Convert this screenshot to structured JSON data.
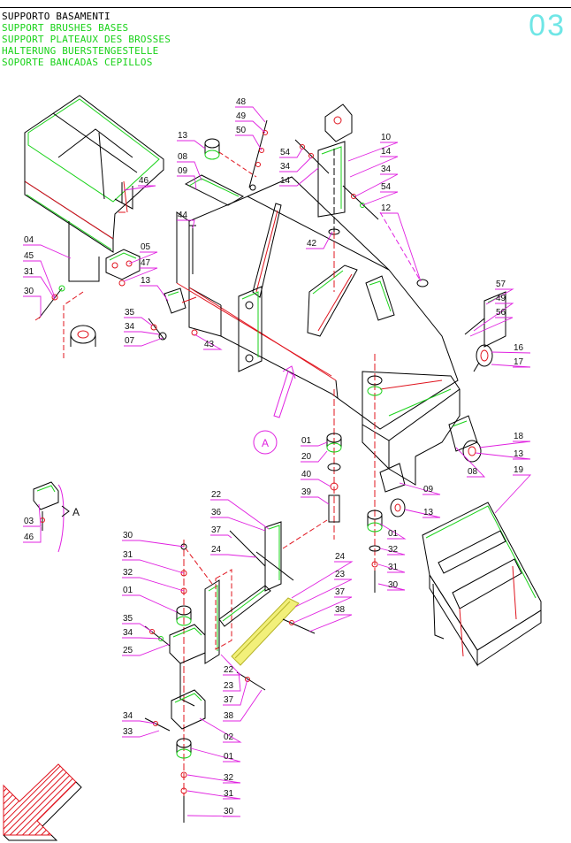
{
  "header": {
    "title_lines": [
      "SUPPORTO BASAMENTI",
      "SUPPORT BRUSHES BASES",
      "SUPPORT PLATEAUX DES BROSSES",
      "HALTERUNG BUERSTENGESTELLE",
      "SOPORTE BANCADAS CEPILLOS"
    ],
    "page_number": "03"
  },
  "detail_label": "A",
  "colors": {
    "line": "#000000",
    "green": "#19d219",
    "red": "#e0141e",
    "magenta": "#e020e0",
    "highlight": "#f2f07a",
    "cyan": "#6fe6e6"
  },
  "callouts": [
    {
      "id": "c48",
      "text": "48"
    },
    {
      "id": "c49a",
      "text": "49"
    },
    {
      "id": "c50",
      "text": "50"
    },
    {
      "id": "c13a",
      "text": "13"
    },
    {
      "id": "c08a",
      "text": "08"
    },
    {
      "id": "c09a",
      "text": "09"
    },
    {
      "id": "c44",
      "text": "44"
    },
    {
      "id": "c46a",
      "text": "46"
    },
    {
      "id": "c04",
      "text": "04"
    },
    {
      "id": "c45",
      "text": "45"
    },
    {
      "id": "c31a",
      "text": "31"
    },
    {
      "id": "c30a",
      "text": "30"
    },
    {
      "id": "c05",
      "text": "05"
    },
    {
      "id": "c47",
      "text": "47"
    },
    {
      "id": "c13b",
      "text": "13"
    },
    {
      "id": "c35a",
      "text": "35"
    },
    {
      "id": "c34a",
      "text": "34"
    },
    {
      "id": "c07",
      "text": "07"
    },
    {
      "id": "c43",
      "text": "43"
    },
    {
      "id": "c54a",
      "text": "54"
    },
    {
      "id": "c34b",
      "text": "34"
    },
    {
      "id": "c14a",
      "text": "14"
    },
    {
      "id": "c10",
      "text": "10"
    },
    {
      "id": "c14b",
      "text": "14"
    },
    {
      "id": "c34c",
      "text": "34"
    },
    {
      "id": "c54b",
      "text": "54"
    },
    {
      "id": "c12",
      "text": "12"
    },
    {
      "id": "c42",
      "text": "42"
    },
    {
      "id": "c57",
      "text": "57"
    },
    {
      "id": "c49b",
      "text": "49"
    },
    {
      "id": "c56",
      "text": "56"
    },
    {
      "id": "c16",
      "text": "16"
    },
    {
      "id": "c17",
      "text": "17"
    },
    {
      "id": "c18",
      "text": "18"
    },
    {
      "id": "c13c",
      "text": "13"
    },
    {
      "id": "c08b",
      "text": "08"
    },
    {
      "id": "c19",
      "text": "19"
    },
    {
      "id": "c01a",
      "text": "01"
    },
    {
      "id": "c20",
      "text": "20"
    },
    {
      "id": "c40",
      "text": "40"
    },
    {
      "id": "c39",
      "text": "39"
    },
    {
      "id": "c09b",
      "text": "09"
    },
    {
      "id": "c13d",
      "text": "13"
    },
    {
      "id": "c01b",
      "text": "01"
    },
    {
      "id": "c32a",
      "text": "32"
    },
    {
      "id": "c31b",
      "text": "31"
    },
    {
      "id": "c30b",
      "text": "30"
    },
    {
      "id": "c03",
      "text": "03"
    },
    {
      "id": "c46b",
      "text": "46"
    },
    {
      "id": "c22a",
      "text": "22"
    },
    {
      "id": "c36",
      "text": "36"
    },
    {
      "id": "c37a",
      "text": "37"
    },
    {
      "id": "c24a",
      "text": "24"
    },
    {
      "id": "c24b",
      "text": "24"
    },
    {
      "id": "c23a",
      "text": "23"
    },
    {
      "id": "c37b",
      "text": "37"
    },
    {
      "id": "c38a",
      "text": "38"
    },
    {
      "id": "c30c",
      "text": "30"
    },
    {
      "id": "c31c",
      "text": "31"
    },
    {
      "id": "c32b",
      "text": "32"
    },
    {
      "id": "c01c",
      "text": "01"
    },
    {
      "id": "c35b",
      "text": "35"
    },
    {
      "id": "c34d",
      "text": "34"
    },
    {
      "id": "c25",
      "text": "25"
    },
    {
      "id": "c22b",
      "text": "22"
    },
    {
      "id": "c23b",
      "text": "23"
    },
    {
      "id": "c37c",
      "text": "37"
    },
    {
      "id": "c38b",
      "text": "38"
    },
    {
      "id": "c34e",
      "text": "34"
    },
    {
      "id": "c33",
      "text": "33"
    },
    {
      "id": "c02",
      "text": "02"
    },
    {
      "id": "c01d",
      "text": "01"
    },
    {
      "id": "c32c",
      "text": "32"
    },
    {
      "id": "c31d",
      "text": "31"
    },
    {
      "id": "c30d",
      "text": "30"
    }
  ]
}
